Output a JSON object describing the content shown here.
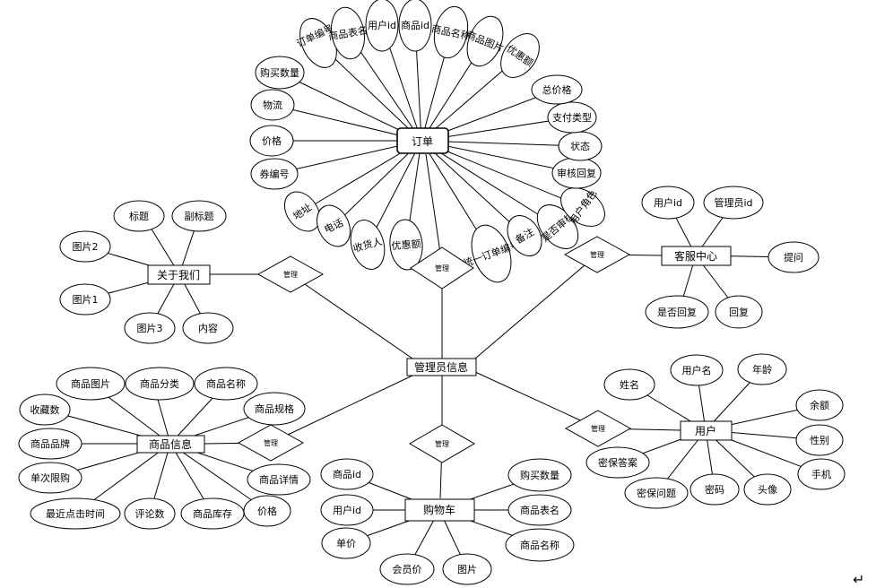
{
  "entities": {
    "admin": "管理员信息",
    "order": "订单",
    "about": "关于我们",
    "service": "客服中心",
    "product": "商品信息",
    "cart": "购物车",
    "user": "用户"
  },
  "relationships": {
    "order": "管理",
    "about": "管理",
    "service": "管理",
    "product": "管理",
    "cart": "管理",
    "user": "管理"
  },
  "order_attrs": [
    "订单编号",
    "商品表名",
    "用户id",
    "商品id",
    "商品名称",
    "商品图片",
    "优惠额",
    "购买数量",
    "物流",
    "价格",
    "券编号",
    "地址",
    "电话",
    "收货人",
    "优惠额",
    "统一订单编号",
    "备注",
    "是否审核",
    "用户角色",
    "审核回复",
    "状态",
    "支付类型",
    "总价格"
  ],
  "about_attrs": [
    "标题",
    "副标题",
    "图片2",
    "图片1",
    "图片3",
    "内容"
  ],
  "service_attrs": [
    "用户id",
    "管理员id",
    "提问",
    "是否回复",
    "回复"
  ],
  "product_attrs": [
    "商品图片",
    "商品分类",
    "商品名称",
    "收藏数",
    "商品规格",
    "商品品牌",
    "单次限购",
    "最近点击时间",
    "评论数",
    "商品库存",
    "价格",
    "商品详情"
  ],
  "cart_attrs": [
    "商品id",
    "购买数量",
    "用户id",
    "商品表名",
    "单价",
    "商品名称",
    "会员价",
    "图片"
  ],
  "user_attrs": [
    "姓名",
    "用户名",
    "年龄",
    "余额",
    "性别",
    "手机",
    "头像",
    "密码",
    "密保问题",
    "密保答案"
  ],
  "footer_mark": "↵"
}
